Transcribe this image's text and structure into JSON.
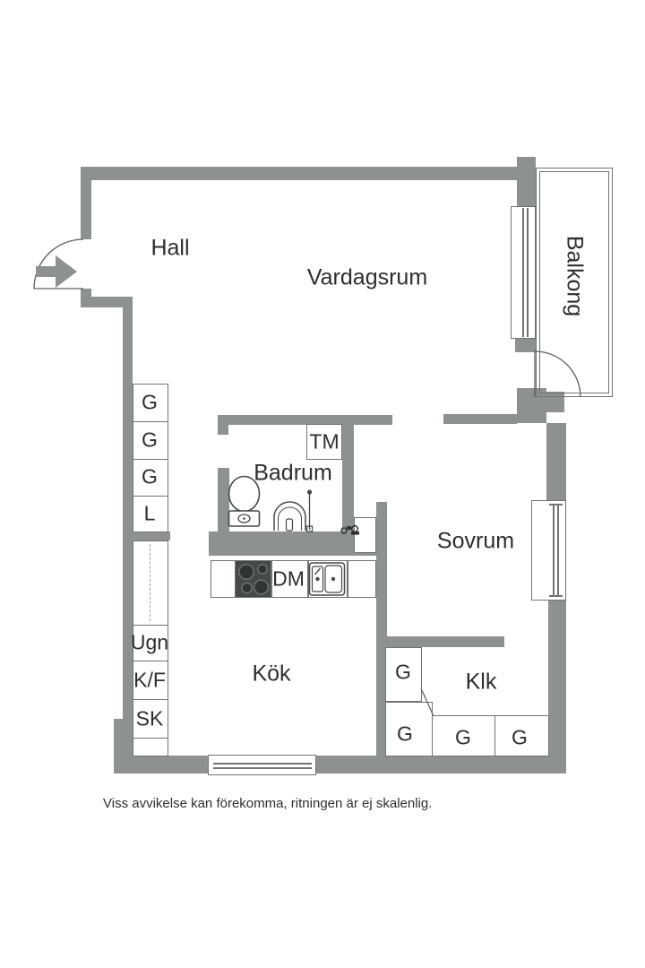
{
  "colors": {
    "wall": "#8d9192",
    "outline": "#707475",
    "text": "#2e2e2e",
    "stove_dark": "#46494a"
  },
  "rooms": {
    "hall": {
      "label": "Hall"
    },
    "vardagsrum": {
      "label": "Vardagsrum"
    },
    "balkong": {
      "label": "Balkong"
    },
    "badrum": {
      "label": "Badrum"
    },
    "sovrum": {
      "label": "Sovrum"
    },
    "kok": {
      "label": "Kök"
    },
    "klk": {
      "label": "Klk"
    }
  },
  "appliances": {
    "tm": {
      "label": "TM"
    },
    "dm": {
      "label": "DM"
    },
    "ugn": {
      "label": "Ugn"
    },
    "kf": {
      "label": "K/F"
    },
    "sk": {
      "label": "SK"
    }
  },
  "wardrobes": {
    "hall_column": [
      {
        "label": "G"
      },
      {
        "label": "G"
      },
      {
        "label": "G"
      },
      {
        "label": "L"
      }
    ],
    "klk_units": [
      {
        "label": "G"
      },
      {
        "label": "G"
      },
      {
        "label": "G"
      },
      {
        "label": "G"
      }
    ]
  },
  "footer": {
    "disclaimer": "Viss avvikelse kan förekomma, ritningen är ej skalenlig."
  }
}
